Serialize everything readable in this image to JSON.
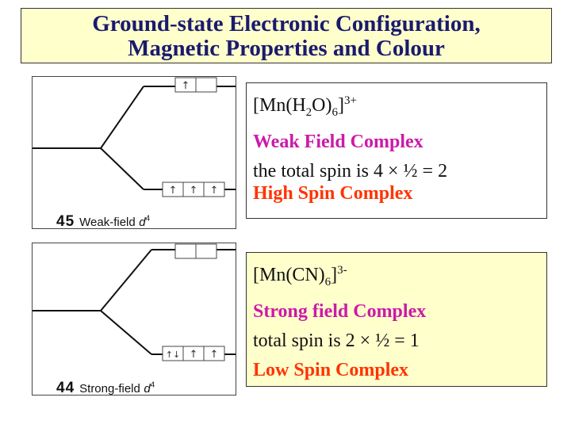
{
  "title": {
    "line1": "Ground-state Electronic Configuration,",
    "line2": "Magnetic Properties and Colour"
  },
  "diagrams": [
    {
      "number": "45",
      "label": "Weak-field",
      "d_symbol": "d",
      "d_exp": "4",
      "upper_electrons": [
        "↑",
        ""
      ],
      "lower_electrons": [
        "↑",
        "↑",
        "↑"
      ]
    },
    {
      "number": "44",
      "label": "Strong-field",
      "d_symbol": "d",
      "d_exp": "4",
      "upper_electrons": [
        "",
        ""
      ],
      "lower_electrons": [
        "↑↓",
        "↑",
        "↑"
      ]
    }
  ],
  "weak_box": {
    "formula_prefix": "[Mn(H",
    "formula_sub1": "2",
    "formula_mid": "O)",
    "formula_sub2": "6",
    "formula_close": "]",
    "formula_charge": "3+",
    "field_type": "Weak Field Complex",
    "spin_text": "the total spin is 4 × ½ =  2",
    "spin_type": "High Spin Complex"
  },
  "strong_box": {
    "formula_prefix": "[Mn(CN)",
    "formula_sub": "6",
    "formula_close": "]",
    "formula_charge": "3-",
    "field_type": "Strong field Complex",
    "spin_text": "total spin is 2 × ½ = 1",
    "spin_type": "Low Spin Complex"
  }
}
